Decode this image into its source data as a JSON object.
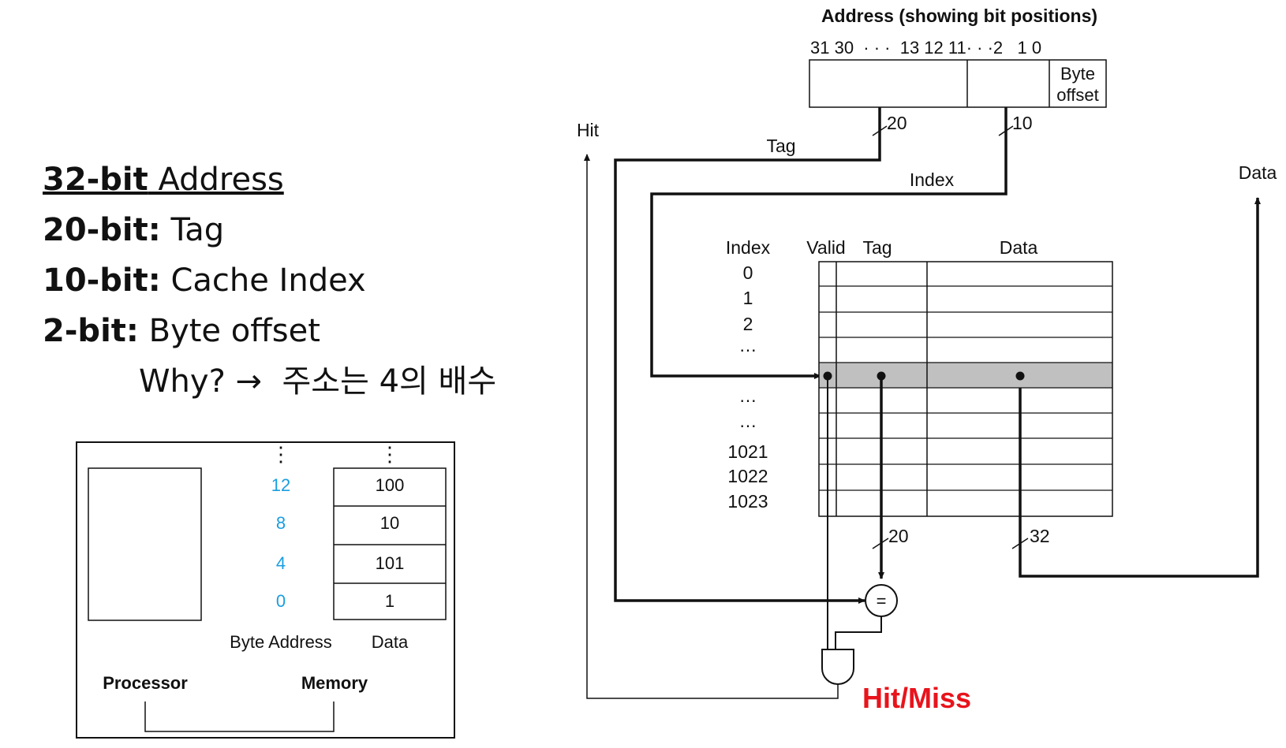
{
  "notes": {
    "line1_bold": "32-bit",
    "line1_rest": " Address",
    "line2_bold": "20-bit:",
    "line2_rest": " Tag",
    "line3_bold": "10-bit:",
    "line3_rest": " Cache Index",
    "line4_bold": "2-bit:",
    "line4_rest": " Byte offset",
    "line5": "Why? →  주소는 4의 배수"
  },
  "memory": {
    "dots": "⋮",
    "addresses": [
      "12",
      "8",
      "4",
      "0"
    ],
    "data": [
      "100",
      "10",
      "101",
      "1"
    ],
    "byte_address_label": "Byte Address",
    "data_label": "Data",
    "processor_label": "Processor",
    "memory_label": "Memory",
    "address_color": "#1a9ee0"
  },
  "cache": {
    "address_title": "Address (showing bit positions)",
    "bit_positions": "31 30  · · ·  13 12 11· · ·2   1 0",
    "byte_offset_1": "Byte",
    "byte_offset_2": "offset",
    "bits_tag": "20",
    "bits_index": "10",
    "tag_label": "Tag",
    "index_label": "Index",
    "hit_label": "Hit",
    "data_out_label": "Data",
    "col_index": "Index",
    "col_valid": "Valid",
    "col_tag": "Tag",
    "col_data": "Data",
    "rows_top": [
      "0",
      "1",
      "2"
    ],
    "ellipsis": "…",
    "rows_bottom": [
      "1021",
      "1022",
      "1023"
    ],
    "bits_tag_out": "20",
    "bits_data_out": "32",
    "comparator": "=",
    "hit_miss": "Hit/Miss",
    "hit_miss_color": "#e8141c",
    "highlight_color": "#c0c0c0"
  }
}
